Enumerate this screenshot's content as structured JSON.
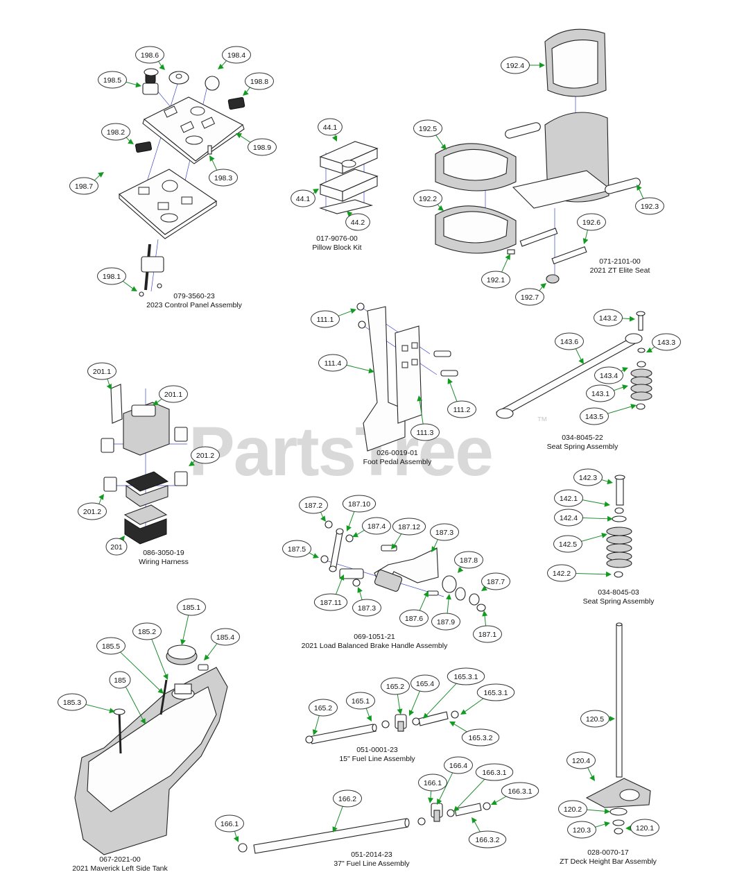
{
  "watermark": {
    "text": "PartsTree",
    "trademark": "™"
  },
  "assemblies": [
    {
      "id": "control-panel",
      "part_number": "079-3560-23",
      "title": "2023 Control Panel Assembly",
      "callouts": [
        "198.6",
        "198.4",
        "198.5",
        "198.8",
        "198.2",
        "198.9",
        "198.3",
        "198.7",
        "198.1"
      ]
    },
    {
      "id": "pillow-block",
      "part_number": "017-9076-00",
      "title": "Pillow Block Kit",
      "callouts": [
        "44.1",
        "44.1",
        "44.2"
      ]
    },
    {
      "id": "seat",
      "part_number": "071-2101-00",
      "title": "2021 ZT Elite Seat",
      "callouts": [
        "192.4",
        "192.5",
        "192.2",
        "192.3",
        "192.6",
        "192.1",
        "192.7"
      ]
    },
    {
      "id": "foot-pedal",
      "part_number": "026-0019-01",
      "title": "Foot Pedal Assembly",
      "callouts": [
        "111.1",
        "111.4",
        "111.2",
        "111.3"
      ]
    },
    {
      "id": "seat-spring-22",
      "part_number": "034-8045-22",
      "title": "Seat Spring Assembly",
      "callouts": [
        "143.2",
        "143.6",
        "143.3",
        "143.4",
        "143.1",
        "143.5"
      ]
    },
    {
      "id": "wiring-harness",
      "part_number": "086-3050-19",
      "title": "Wiring Harness",
      "callouts": [
        "201.1",
        "201.1",
        "201.2",
        "201.2",
        "201"
      ]
    },
    {
      "id": "seat-spring-03",
      "part_number": "034-8045-03",
      "title": "Seat Spring Assembly",
      "callouts": [
        "142.3",
        "142.1",
        "142.4",
        "142.5",
        "142.2"
      ]
    },
    {
      "id": "brake-handle",
      "part_number": "069-1051-21",
      "title": "2021 Load Balanced Brake Handle Assembly",
      "callouts": [
        "187.2",
        "187.10",
        "187.4",
        "187.5",
        "187.12",
        "187.3",
        "187.8",
        "187.7",
        "187.11",
        "187.3",
        "187.6",
        "187.9",
        "187.1"
      ]
    },
    {
      "id": "left-side-tank",
      "part_number": "067-2021-00",
      "title": "2021 Maverick Left Side Tank",
      "callouts": [
        "185.1",
        "185.2",
        "185.5",
        "185.4",
        "185",
        "185.3"
      ]
    },
    {
      "id": "fuel-line-15",
      "part_number": "051-0001-23",
      "title": "15\" Fuel Line Assembly",
      "callouts": [
        "165.3.1",
        "165.2",
        "165.4",
        "165.3.1",
        "165.2",
        "165.1",
        "165.3.2"
      ]
    },
    {
      "id": "deck-height-bar",
      "part_number": "028-0070-17",
      "title": "ZT Deck Height Bar Assembly",
      "callouts": [
        "120.5",
        "120.4",
        "120.2",
        "120.3",
        "120.1"
      ]
    },
    {
      "id": "fuel-line-37",
      "part_number": "051-2014-23",
      "title": "37\" Fuel Line Assembly",
      "callouts": [
        "166.4",
        "166.3.1",
        "166.1",
        "166.3.1",
        "166.2",
        "166.1",
        "166.3.2"
      ]
    }
  ]
}
